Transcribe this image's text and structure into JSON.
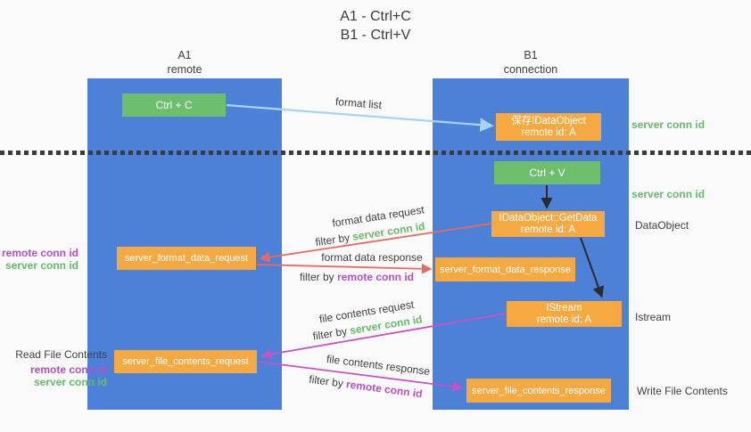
{
  "title": {
    "line1": "A1 - Ctrl+C",
    "line2": "B1 - Ctrl+V"
  },
  "columns": {
    "left": {
      "name": "A1",
      "subtitle": "remote"
    },
    "right": {
      "name": "B1",
      "subtitle": "connection"
    }
  },
  "boxes": {
    "ctrl_c": {
      "label": "Ctrl + C"
    },
    "ctrl_v": {
      "label": "Ctrl + V"
    },
    "save_dataobject": {
      "line1": "保存IDataObject",
      "line2": "remote id: A"
    },
    "getdata": {
      "line1": "IDataObject::GetData",
      "line2": "remote id: A"
    },
    "istream": {
      "line1": "IStream",
      "line2": "remote id: A"
    },
    "format_request": {
      "label": "server_format_data_request"
    },
    "format_response": {
      "label": "server_format_data_response"
    },
    "file_request": {
      "label": "server_file_contents_request"
    },
    "file_response": {
      "label": "server_file_contents_response"
    }
  },
  "side_labels": {
    "server_conn_id_top": "server conn id",
    "server_conn_id_mid": "server conn id",
    "dataobject": "DataObject",
    "istream": "Istream",
    "write_file_contents": "Write File Contents",
    "read_file_contents": "Read File Contents",
    "format_group": {
      "remote": "remote conn id",
      "server": "server conn id"
    },
    "file_group": {
      "remote": "remote conn id",
      "server": "server conn id"
    }
  },
  "arrow_labels": {
    "format_list": "format list",
    "format_data_request": "format data request",
    "format_request_filter": {
      "prefix": "filter by ",
      "keyword": "server conn id"
    },
    "format_data_response": "format data response",
    "format_response_filter": {
      "prefix": "filter by ",
      "keyword": "remote conn id"
    },
    "file_contents_request": "file contents request",
    "file_request_filter": {
      "prefix": "filter by ",
      "keyword": "server conn id"
    },
    "file_contents_response": "file contents response",
    "file_response_filter": {
      "prefix": "filter by ",
      "keyword": "remote conn id"
    }
  },
  "colors": {
    "column_blue": "#4d81d8",
    "box_green": "#6dbf6e",
    "box_orange": "#f7a941",
    "arrow_light_blue": "#a8d4f2",
    "arrow_black": "#2b2b2b",
    "arrow_red": "#e86a5e",
    "arrow_magenta": "#c653c6",
    "text_green": "#66bb6a",
    "text_purple": "#b351c5",
    "text_dark": "#3f3f3f"
  }
}
